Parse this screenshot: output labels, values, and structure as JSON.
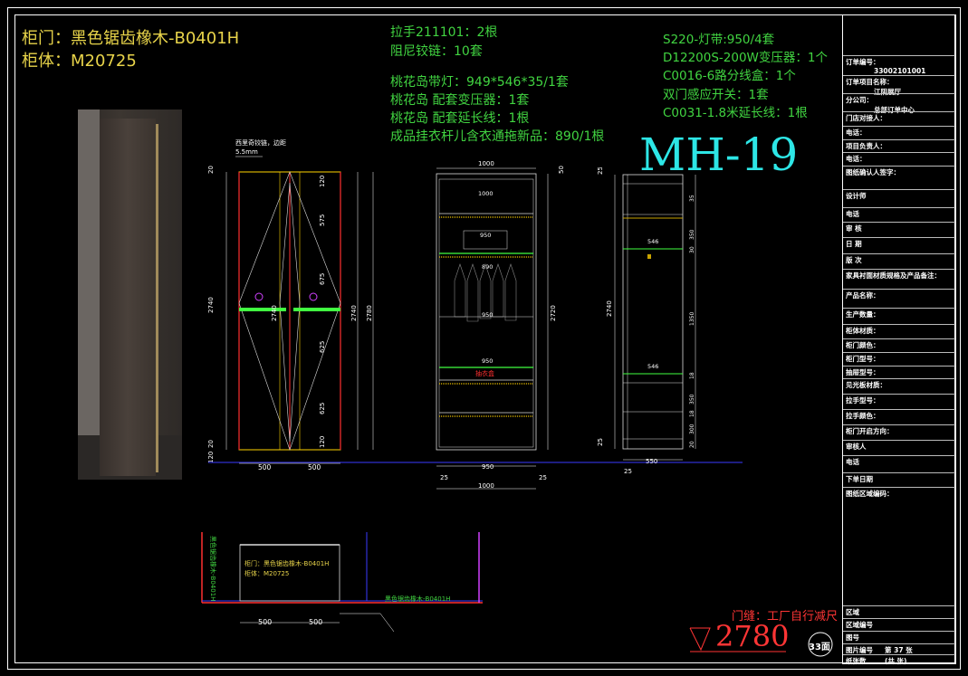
{
  "header": {
    "door_line": "柜门：黑色锯齿橡木-B0401H",
    "body_line": "柜体：M20725"
  },
  "notes_left": [
    "拉手211101：2根",
    "阻尼铰链：10套"
  ],
  "notes_middle": [
    "桃花岛带灯：949*546*35/1套",
    "桃花岛 配套变压器：1套",
    "桃花岛 配套延长线：1根",
    "成品挂衣杆儿含衣通拖新品：890/1根"
  ],
  "notes_right": [
    "S220-灯带:950/4套",
    "D12200S-200W变压器：1个",
    "C0016-6路分线盒：1个",
    "双门感应开关：1套",
    "C0031-1.8米延长线：1根"
  ],
  "model_code": "MH-19",
  "door_note": "门缝：工厂自行减尺",
  "height_code": "2780",
  "page_label": "33面",
  "front_view": {
    "hinge_note": "西里奇铰链，边距",
    "hinge_dim": "5.5mm",
    "dims_left": [
      "20",
      "2740",
      "20",
      "120"
    ],
    "dims_center": [
      "2740"
    ],
    "dims_right": [
      "120",
      "575",
      "675",
      "625",
      "625",
      "120",
      "2740",
      "2780"
    ],
    "bottom": [
      "500",
      "500"
    ]
  },
  "inner_view": {
    "top": "1000",
    "w1": "1000",
    "w2": "950",
    "w3": "890",
    "w4": "950",
    "w5": "950",
    "light_label": "抽衣盒",
    "h": "2720",
    "top_gap": "50",
    "bottom_w": "950",
    "bottom_side": [
      "25",
      "25"
    ],
    "bottom_total": "1000"
  },
  "side_view": {
    "w1": "546",
    "w2": "546",
    "h": "2740",
    "bottom_w": "550",
    "bottom_left": "25",
    "dims_right": [
      "35",
      "350",
      "30",
      "1350",
      "18",
      "350",
      "18",
      "300",
      "20"
    ],
    "dims_left": [
      "25",
      "25"
    ]
  },
  "plan_view": {
    "side_label": "黑色锯齿橡木-B0401H",
    "door_label": "柜门：黑色锯齿橡木-B0401H",
    "body_label": "柜体：M20725",
    "bottom_label": "黑色锯齿橡木-B0401H",
    "dims": [
      "500",
      "500"
    ]
  },
  "title_block": {
    "rows": [
      {
        "label": "订单编号：",
        "value": "33002101001"
      },
      {
        "label": "订单项目名称：",
        "value": "江阴展厅"
      },
      {
        "label": "分公司：",
        "value": "总部订单中心"
      },
      {
        "label": "门店对接人：",
        "value": ""
      },
      {
        "label": "电话：",
        "value": ""
      },
      {
        "label": "项目负责人：",
        "value": ""
      },
      {
        "label": "电话：",
        "value": ""
      },
      {
        "label": "图纸确认人签字：",
        "value": ""
      },
      {
        "label": "设计师",
        "value": ""
      },
      {
        "label": "电话",
        "value": ""
      },
      {
        "label": "审   核",
        "value": ""
      },
      {
        "label": "日   期",
        "value": ""
      },
      {
        "label": "版   次",
        "value": ""
      },
      {
        "label": "家具衬面材质规格及产品备注：",
        "value": ""
      },
      {
        "label": "产品名称：",
        "value": ""
      },
      {
        "label": "生产数量：",
        "value": ""
      },
      {
        "label": "柜体材质：",
        "value": ""
      },
      {
        "label": "柜门颜色：",
        "value": ""
      },
      {
        "label": "柜门型号：",
        "value": ""
      },
      {
        "label": "抽屉型号：",
        "value": ""
      },
      {
        "label": "见光板材质：",
        "value": ""
      },
      {
        "label": "拉手型号：",
        "value": ""
      },
      {
        "label": "拉手颜色：",
        "value": ""
      },
      {
        "label": "柜门开启方向：",
        "value": ""
      },
      {
        "label": "审核人",
        "value": ""
      },
      {
        "label": "电话",
        "value": ""
      },
      {
        "label": "下单日期",
        "value": ""
      },
      {
        "label": "图纸区域编码：",
        "value": ""
      }
    ],
    "bottom_rows": [
      {
        "label": "区域",
        "value": ""
      },
      {
        "label": "区域编号",
        "value": ""
      },
      {
        "label": "图号",
        "value": ""
      },
      {
        "label": "图片编号",
        "value": "第 37 张"
      },
      {
        "label": "纸张数",
        "value": "(共  张)"
      }
    ]
  }
}
